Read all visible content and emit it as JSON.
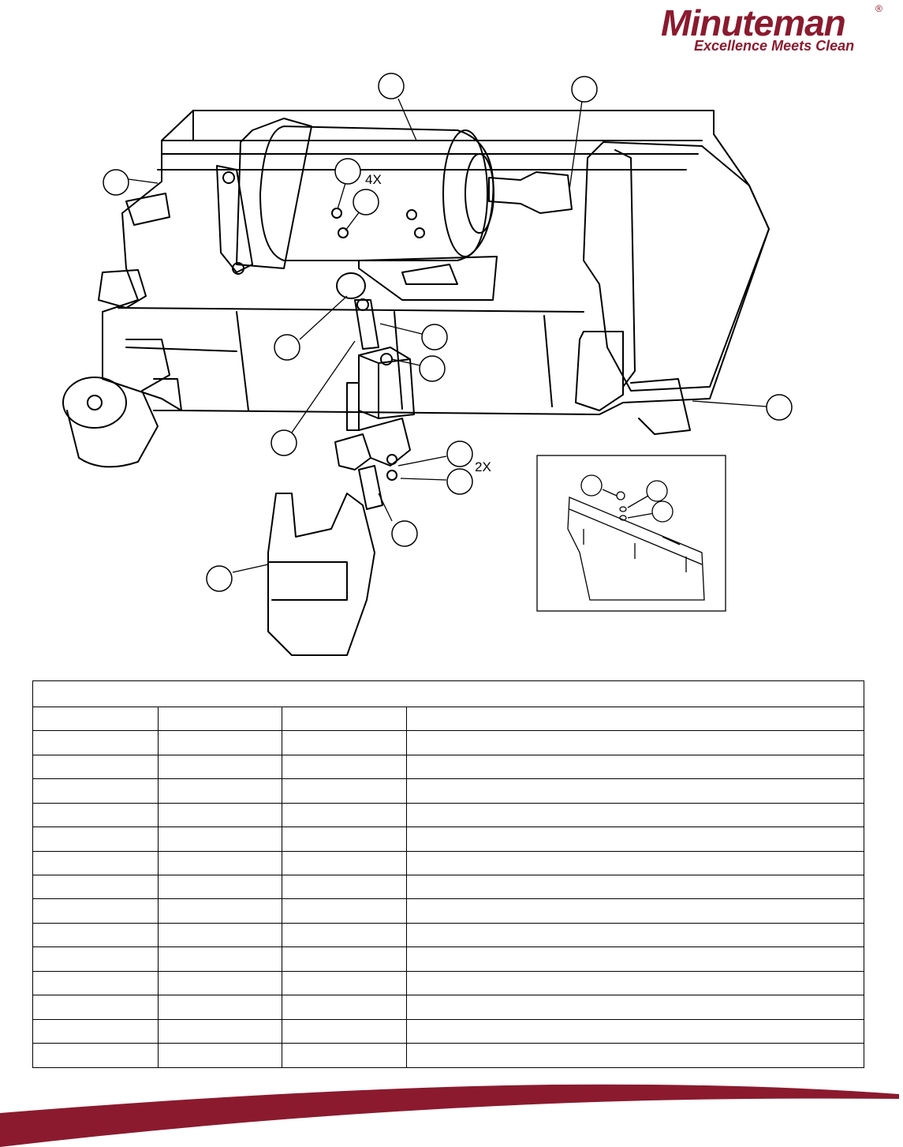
{
  "brand": {
    "name": "Minuteman",
    "registered_mark": "®",
    "tagline": "Excellence Meets Clean",
    "color": "#8b1a2e"
  },
  "callouts": {
    "qty_4x": "4X",
    "qty_2x": "2X"
  },
  "table": {
    "title": "",
    "columns": 4,
    "rows": 15
  }
}
